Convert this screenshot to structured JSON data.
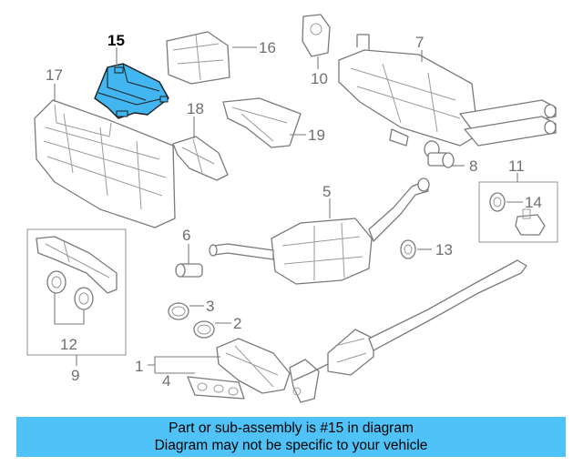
{
  "callouts": {
    "c1": "1",
    "c2": "2",
    "c3": "3",
    "c4": "4",
    "c5": "5",
    "c6": "6",
    "c7": "7",
    "c8": "8",
    "c9": "9",
    "c10": "10",
    "c11": "11",
    "c12": "12",
    "c13": "13",
    "c14": "14",
    "c15": "15",
    "c16": "16",
    "c17": "17",
    "c18": "18",
    "c19": "19"
  },
  "highlighted_part": "15",
  "colors": {
    "highlight": "#41b6f0",
    "banner": "#4fc3f7"
  },
  "banner": {
    "line1": "Part or sub-assembly is #15 in diagram",
    "line2": "Diagram may not be specific to your vehicle"
  }
}
